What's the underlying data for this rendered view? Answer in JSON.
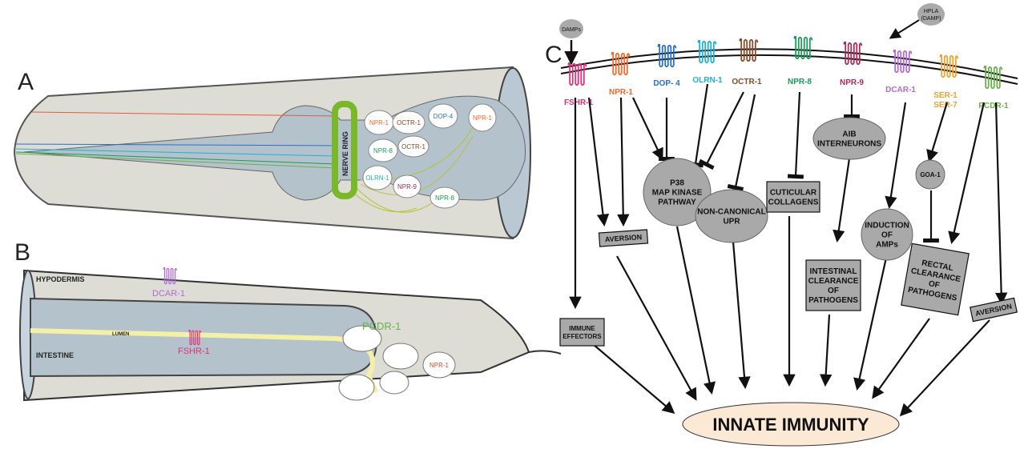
{
  "panels": {
    "a": {
      "letter": "A"
    },
    "b": {
      "letter": "B"
    },
    "c": {
      "letter": "C"
    }
  },
  "panel_a": {
    "nerve_ring": "NERVE RING",
    "neurons": {
      "npr1_left": "NPR-1",
      "octr1_top": "OCTR-1",
      "dop4": "DOP-4",
      "npr1_right": "NPR-1",
      "npr8_top": "NPR-8",
      "octr1_mid": "OCTR-1",
      "olrn1": "OLRN-1",
      "npr9": "NPR-9",
      "npr8_bottom": "NPR-8"
    }
  },
  "panel_b": {
    "hypodermis": "HYPODERMIS",
    "intestine": "INTESTINE",
    "lumen": "LUMEN",
    "dcar1": "DCAR-1",
    "fshr1": "FSHR-1",
    "pcdr1": "PCDR-1",
    "npr1": "NPR-1"
  },
  "panel_c": {
    "inputs": {
      "damps": "DAMPs",
      "hpla_1": "HPLA",
      "hpla_2": "(DAMP)"
    },
    "receptors": [
      {
        "id": "fshr1",
        "label": "FSHR-1",
        "color": "#e0307a"
      },
      {
        "id": "npr1",
        "label": "NPR-1",
        "color": "#f26a2c"
      },
      {
        "id": "dop4",
        "label": "DOP- 4",
        "color": "#2a6fc9"
      },
      {
        "id": "olrn1",
        "label": "OLRN-1",
        "color": "#1fb0d8"
      },
      {
        "id": "octr1",
        "label": "OCTR-1",
        "color": "#8a4a2a"
      },
      {
        "id": "npr8",
        "label": "NPR-8",
        "color": "#1a9a5c"
      },
      {
        "id": "npr9",
        "label": "NPR-9",
        "color": "#b02a5a"
      },
      {
        "id": "dcar1",
        "label": "DCAR-1",
        "color": "#b36ad6"
      },
      {
        "id": "ser1",
        "label": "SER-1",
        "color": "#f0a030"
      },
      {
        "id": "ser7",
        "label": "SER-7",
        "color": "#f0a030"
      },
      {
        "id": "pcdr1",
        "label": "PCDR-1",
        "color": "#6ab04a"
      }
    ],
    "nodes": {
      "p38": [
        "P38",
        "MAP KINASE",
        "PATHWAY"
      ],
      "upr": [
        "NON-CANONICAL",
        "UPR"
      ],
      "aib": [
        "AIB",
        "INTERNEURONS"
      ],
      "goa1": [
        "GOA-1"
      ],
      "amps": [
        "INDUCTION",
        "OF",
        "AMPs"
      ],
      "aversion_left": [
        "AVERSION"
      ],
      "cuticular": [
        "CUTICULAR",
        "COLLAGENS"
      ],
      "intestinal": [
        "INTESTINAL",
        "CLEARANCE",
        "OF",
        "PATHOGENS"
      ],
      "rectal": [
        "RECTAL",
        "CLEARANCE",
        "OF",
        "PATHOGENS"
      ],
      "immune": [
        "IMMUNE",
        "EFFECTORS"
      ],
      "aversion_right": [
        "AVERSION"
      ]
    },
    "outcome": "INNATE IMMUNITY"
  }
}
